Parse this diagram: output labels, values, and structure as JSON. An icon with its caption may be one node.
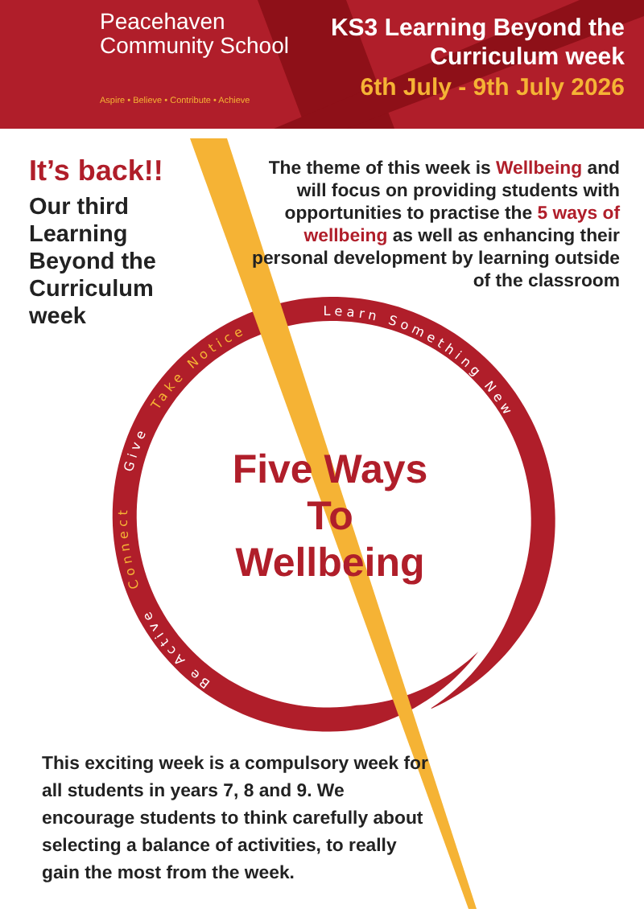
{
  "diagram": {
    "labels": [
      "Peacehaven Community School",
      "Aspire • Believe • Contribute • Achieve",
      "KS3 Learning Beyond the Curriculum week",
      "6th July - 9th July 2026",
      "It’s back!!",
      "Our third Learning Beyond the Curriculum week",
      "The theme of this week is **Wellbeing** and will focus on providing students with opportunities to practise the **5 ways of wellbeing** as well as enhancing their personal development by learning outside of the classroom",
      "Learn Something New",
      "Take Notice",
      "Give",
      "Connect",
      "Be Active",
      "Five Ways To Wellbeing",
      "This exciting week is a compulsory week for all students in years 7, 8 and 9. We encourage students to think carefully about selecting a balance of activities, to really gain the most from the week."
    ]
  }
}
